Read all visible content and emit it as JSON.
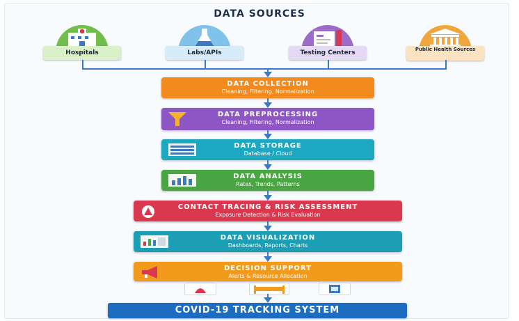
{
  "header": {
    "title": "DATA SOURCES"
  },
  "sources": [
    {
      "label": "Hospitals",
      "color": "#6fbf4a",
      "label_bg": "#d9f0c9"
    },
    {
      "label": "Labs/APIs",
      "color": "#7fc3ea",
      "label_bg": "#d6ecf8"
    },
    {
      "label": "Testing Centers",
      "color": "#9b6cc9",
      "label_bg": "#e6d9f3"
    },
    {
      "label": "Public Health Sources",
      "color": "#f0a63a",
      "label_bg": "#fbe3c2"
    }
  ],
  "steps": [
    {
      "title": "DATA COLLECTION",
      "subtitle": "Cleaning, Filtering, Normalization",
      "color": "#f28a1e"
    },
    {
      "title": "DATA PREPROCESSING",
      "subtitle": "Cleaning, Filtering, Normalization",
      "color": "#8e55c4"
    },
    {
      "title": "DATA STORAGE",
      "subtitle": "Database / Cloud",
      "color": "#1da7c0"
    },
    {
      "title": "DATA ANALYSIS",
      "subtitle": "Rates, Trends, Patterns",
      "color": "#4aa642"
    },
    {
      "title": "CONTACT TRACING & RISK ASSESSMENT",
      "subtitle": "Exposure Detection & Risk Evaluation",
      "color": "#d9384f"
    },
    {
      "title": "DATA VISUALIZATION",
      "subtitle": "Dashboards, Reports, Charts",
      "color": "#1c9fb4"
    },
    {
      "title": "DECISION SUPPORT",
      "subtitle": "Alerts & Resource Allocation",
      "color": "#f29a1c"
    }
  ],
  "final": {
    "label": "COVID-19 TRACKING SYSTEM",
    "color": "#1c6dc2"
  },
  "connector_color": "#3b79c7"
}
